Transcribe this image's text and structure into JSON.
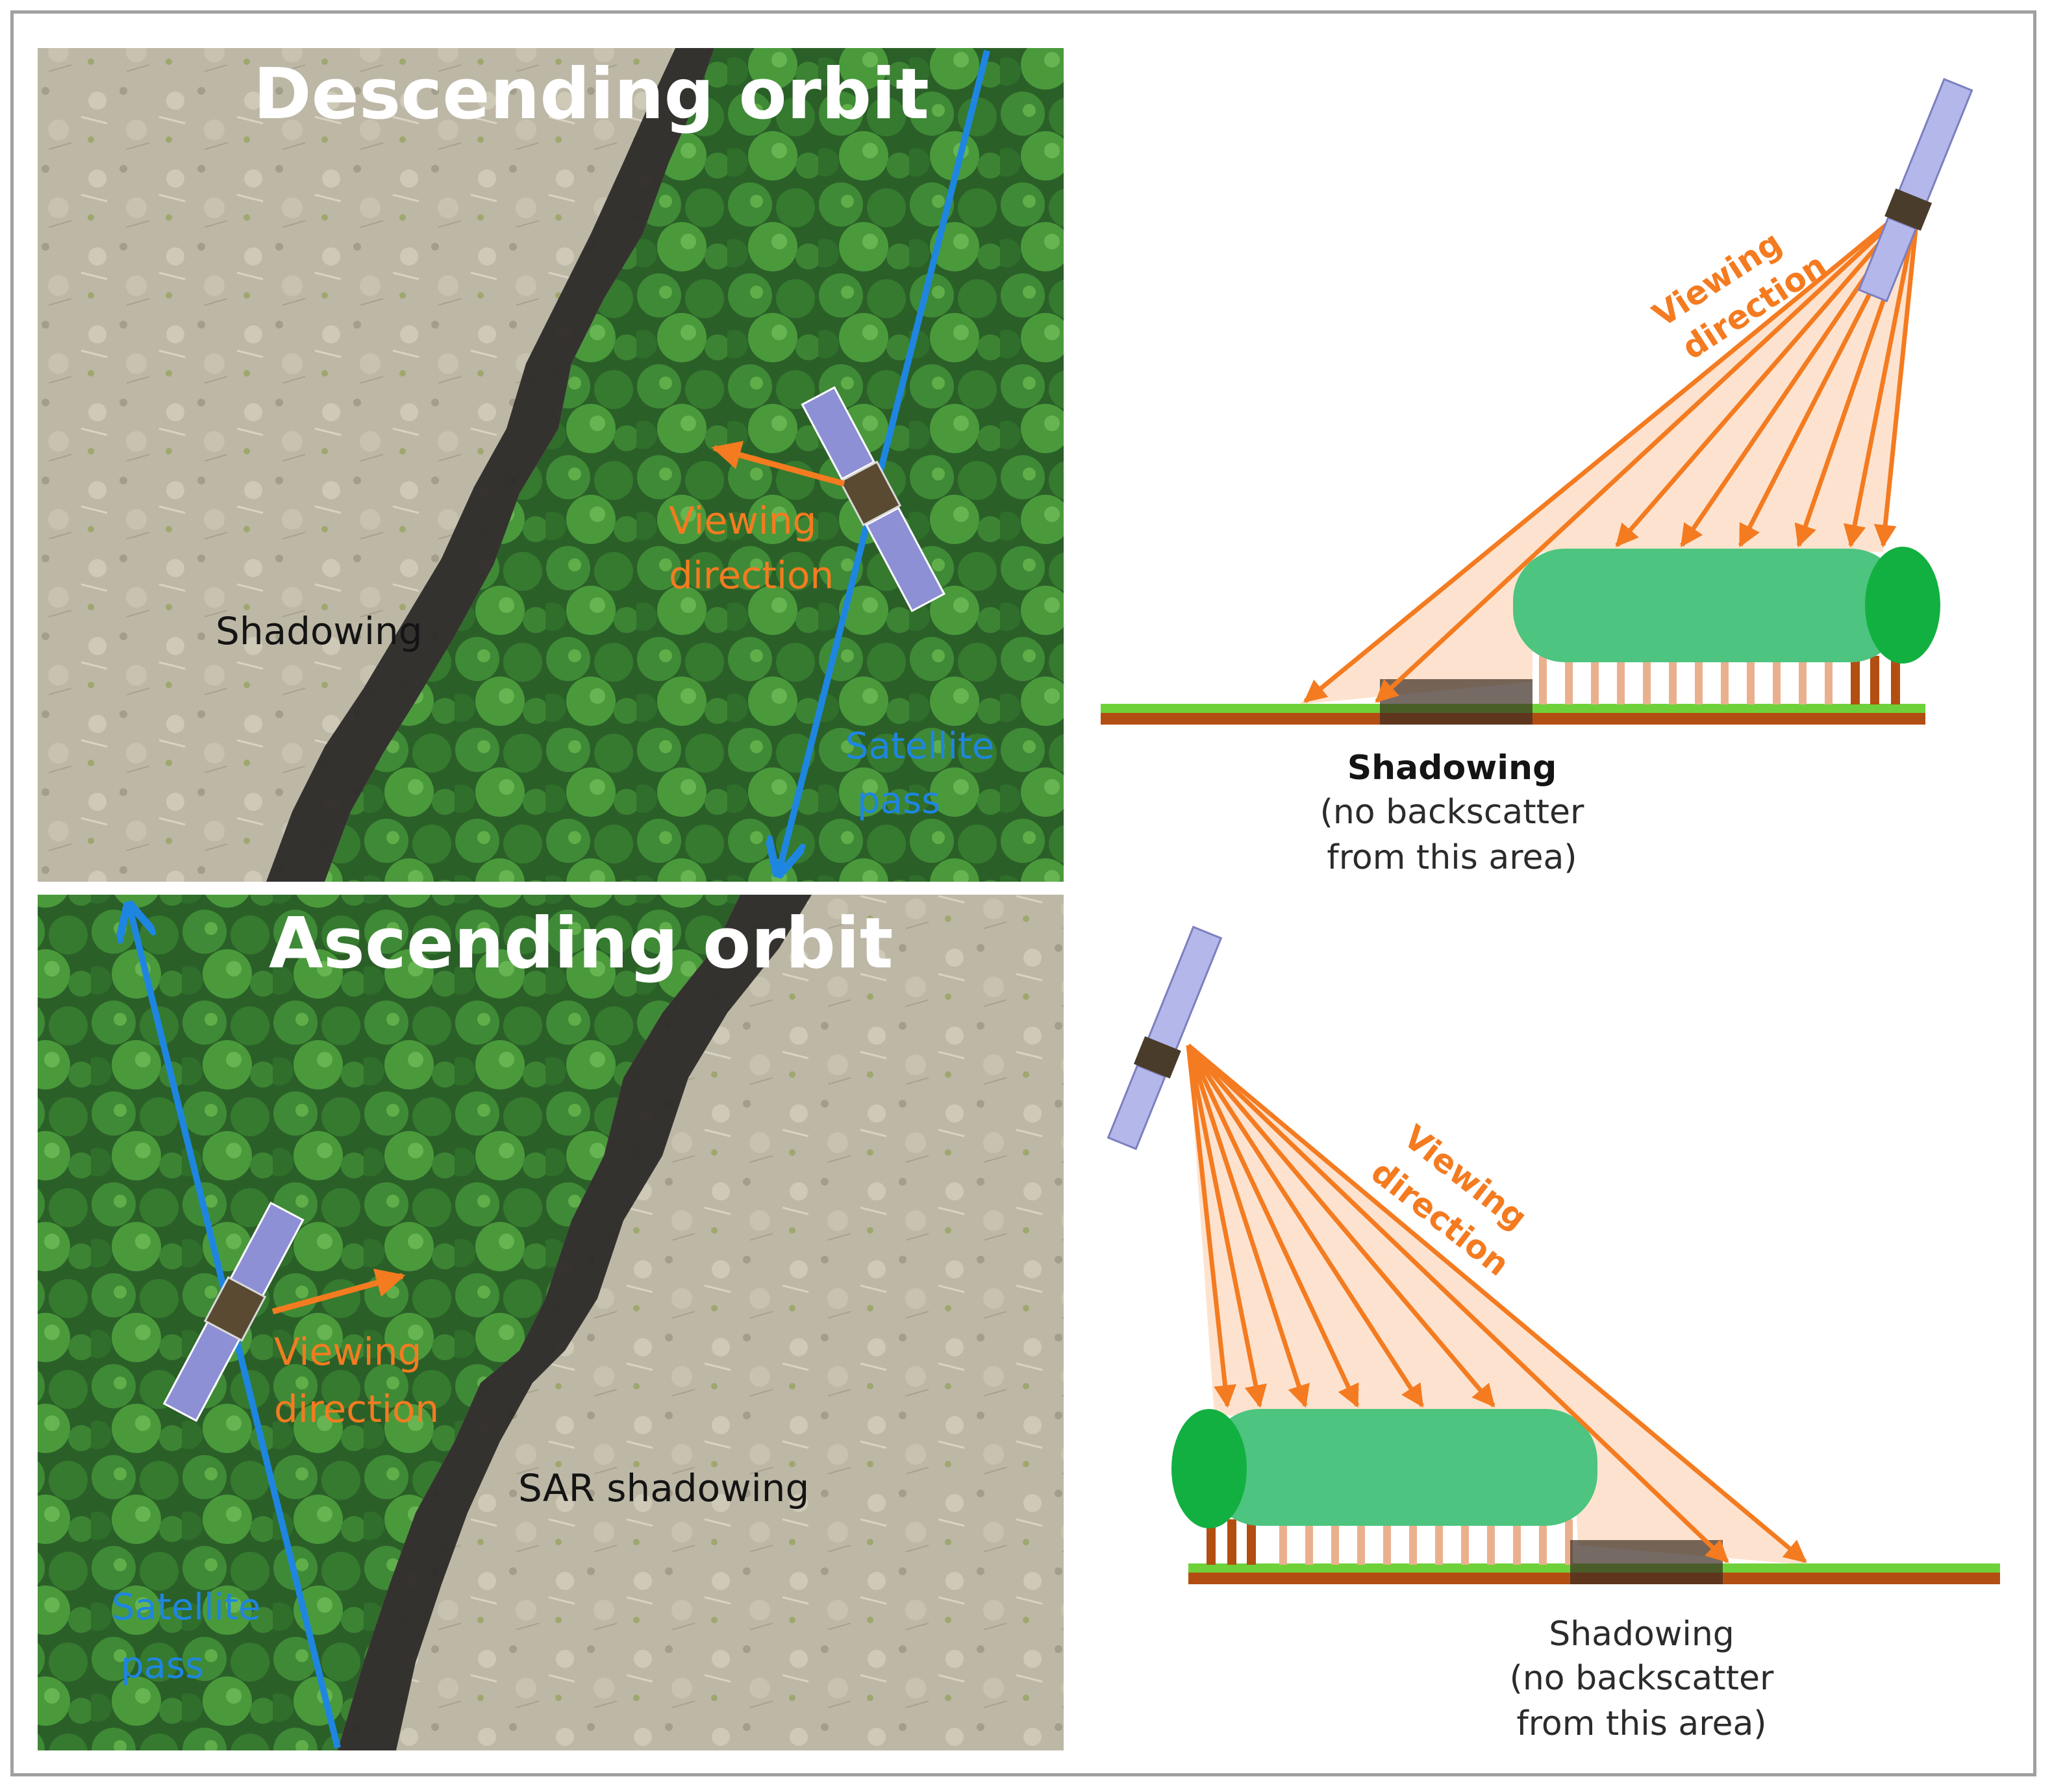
{
  "top_panel": {
    "title": "Descending orbit",
    "viewing_label_1": "Viewing",
    "viewing_label_2": "direction",
    "shadow_label": "Shadowing",
    "pass_label_1": "Satellite",
    "pass_label_2": "pass"
  },
  "bottom_panel": {
    "title": "Ascending orbit",
    "viewing_label_1": "Viewing",
    "viewing_label_2": "direction",
    "shadow_label": "SAR shadowing",
    "pass_label_1": "Satellite",
    "pass_label_2": "pass"
  },
  "top_diagram": {
    "viewing_label_1": "Viewing",
    "viewing_label_2": "direction",
    "shadow_title": "Shadowing",
    "shadow_note_1": "(no backscatter",
    "shadow_note_2": "from this area)"
  },
  "bottom_diagram": {
    "viewing_label_1": "Viewing",
    "viewing_label_2": "direction",
    "shadow_title": "Shadowing",
    "shadow_note_1": "(no backscatter",
    "shadow_note_2": "from this area)"
  },
  "colors": {
    "orange": "#f47b20",
    "blue": "#1e86e0",
    "forest": "#2f6b2a",
    "cleared": "#b9b3a3",
    "shadow": "#2c2a28",
    "tree_light": "#4dc47f",
    "tree_dark": "#12b040",
    "ground_green": "#6fd13a",
    "ground_brown": "#b34e12"
  }
}
